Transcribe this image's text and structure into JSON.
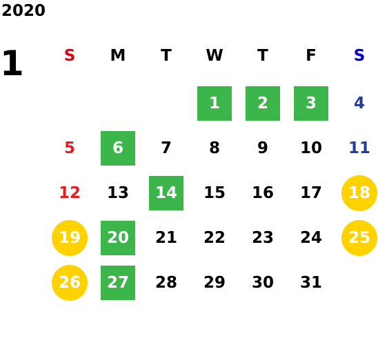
{
  "calendar": {
    "year": "2020",
    "month": "1",
    "weekdays": [
      {
        "label": "S",
        "color": "#e60012"
      },
      {
        "label": "M",
        "color": "#000000"
      },
      {
        "label": "T",
        "color": "#000000"
      },
      {
        "label": "W",
        "color": "#000000"
      },
      {
        "label": "T",
        "color": "#000000"
      },
      {
        "label": "F",
        "color": "#000000"
      },
      {
        "label": "S",
        "color": "#0000dd"
      }
    ],
    "colors": {
      "holiday_green": "#3cb54a",
      "weekend_yellow": "#ffd200",
      "sunday_red": "#e02020",
      "saturday_blue": "#1f3f99"
    },
    "days": [
      {
        "label": "1",
        "row": 0,
        "col": 3,
        "style": "green"
      },
      {
        "label": "2",
        "row": 0,
        "col": 4,
        "style": "green"
      },
      {
        "label": "3",
        "row": 0,
        "col": 5,
        "style": "green"
      },
      {
        "label": "4",
        "row": 0,
        "col": 6,
        "style": "blue"
      },
      {
        "label": "5",
        "row": 1,
        "col": 0,
        "style": "red"
      },
      {
        "label": "6",
        "row": 1,
        "col": 1,
        "style": "green"
      },
      {
        "label": "7",
        "row": 1,
        "col": 2,
        "style": "plain"
      },
      {
        "label": "8",
        "row": 1,
        "col": 3,
        "style": "plain"
      },
      {
        "label": "9",
        "row": 1,
        "col": 4,
        "style": "plain"
      },
      {
        "label": "10",
        "row": 1,
        "col": 5,
        "style": "plain"
      },
      {
        "label": "11",
        "row": 1,
        "col": 6,
        "style": "blue"
      },
      {
        "label": "12",
        "row": 2,
        "col": 0,
        "style": "red"
      },
      {
        "label": "13",
        "row": 2,
        "col": 1,
        "style": "plain"
      },
      {
        "label": "14",
        "row": 2,
        "col": 2,
        "style": "green"
      },
      {
        "label": "15",
        "row": 2,
        "col": 3,
        "style": "plain"
      },
      {
        "label": "16",
        "row": 2,
        "col": 4,
        "style": "plain"
      },
      {
        "label": "17",
        "row": 2,
        "col": 5,
        "style": "plain"
      },
      {
        "label": "18",
        "row": 2,
        "col": 6,
        "style": "yellow"
      },
      {
        "label": "19",
        "row": 3,
        "col": 0,
        "style": "yellow"
      },
      {
        "label": "20",
        "row": 3,
        "col": 1,
        "style": "green"
      },
      {
        "label": "21",
        "row": 3,
        "col": 2,
        "style": "plain"
      },
      {
        "label": "22",
        "row": 3,
        "col": 3,
        "style": "plain"
      },
      {
        "label": "23",
        "row": 3,
        "col": 4,
        "style": "plain"
      },
      {
        "label": "24",
        "row": 3,
        "col": 5,
        "style": "plain"
      },
      {
        "label": "25",
        "row": 3,
        "col": 6,
        "style": "yellow"
      },
      {
        "label": "26",
        "row": 4,
        "col": 0,
        "style": "yellow"
      },
      {
        "label": "27",
        "row": 4,
        "col": 1,
        "style": "green"
      },
      {
        "label": "28",
        "row": 4,
        "col": 2,
        "style": "plain"
      },
      {
        "label": "29",
        "row": 4,
        "col": 3,
        "style": "plain"
      },
      {
        "label": "30",
        "row": 4,
        "col": 4,
        "style": "plain"
      },
      {
        "label": "31",
        "row": 4,
        "col": 5,
        "style": "plain"
      }
    ]
  }
}
